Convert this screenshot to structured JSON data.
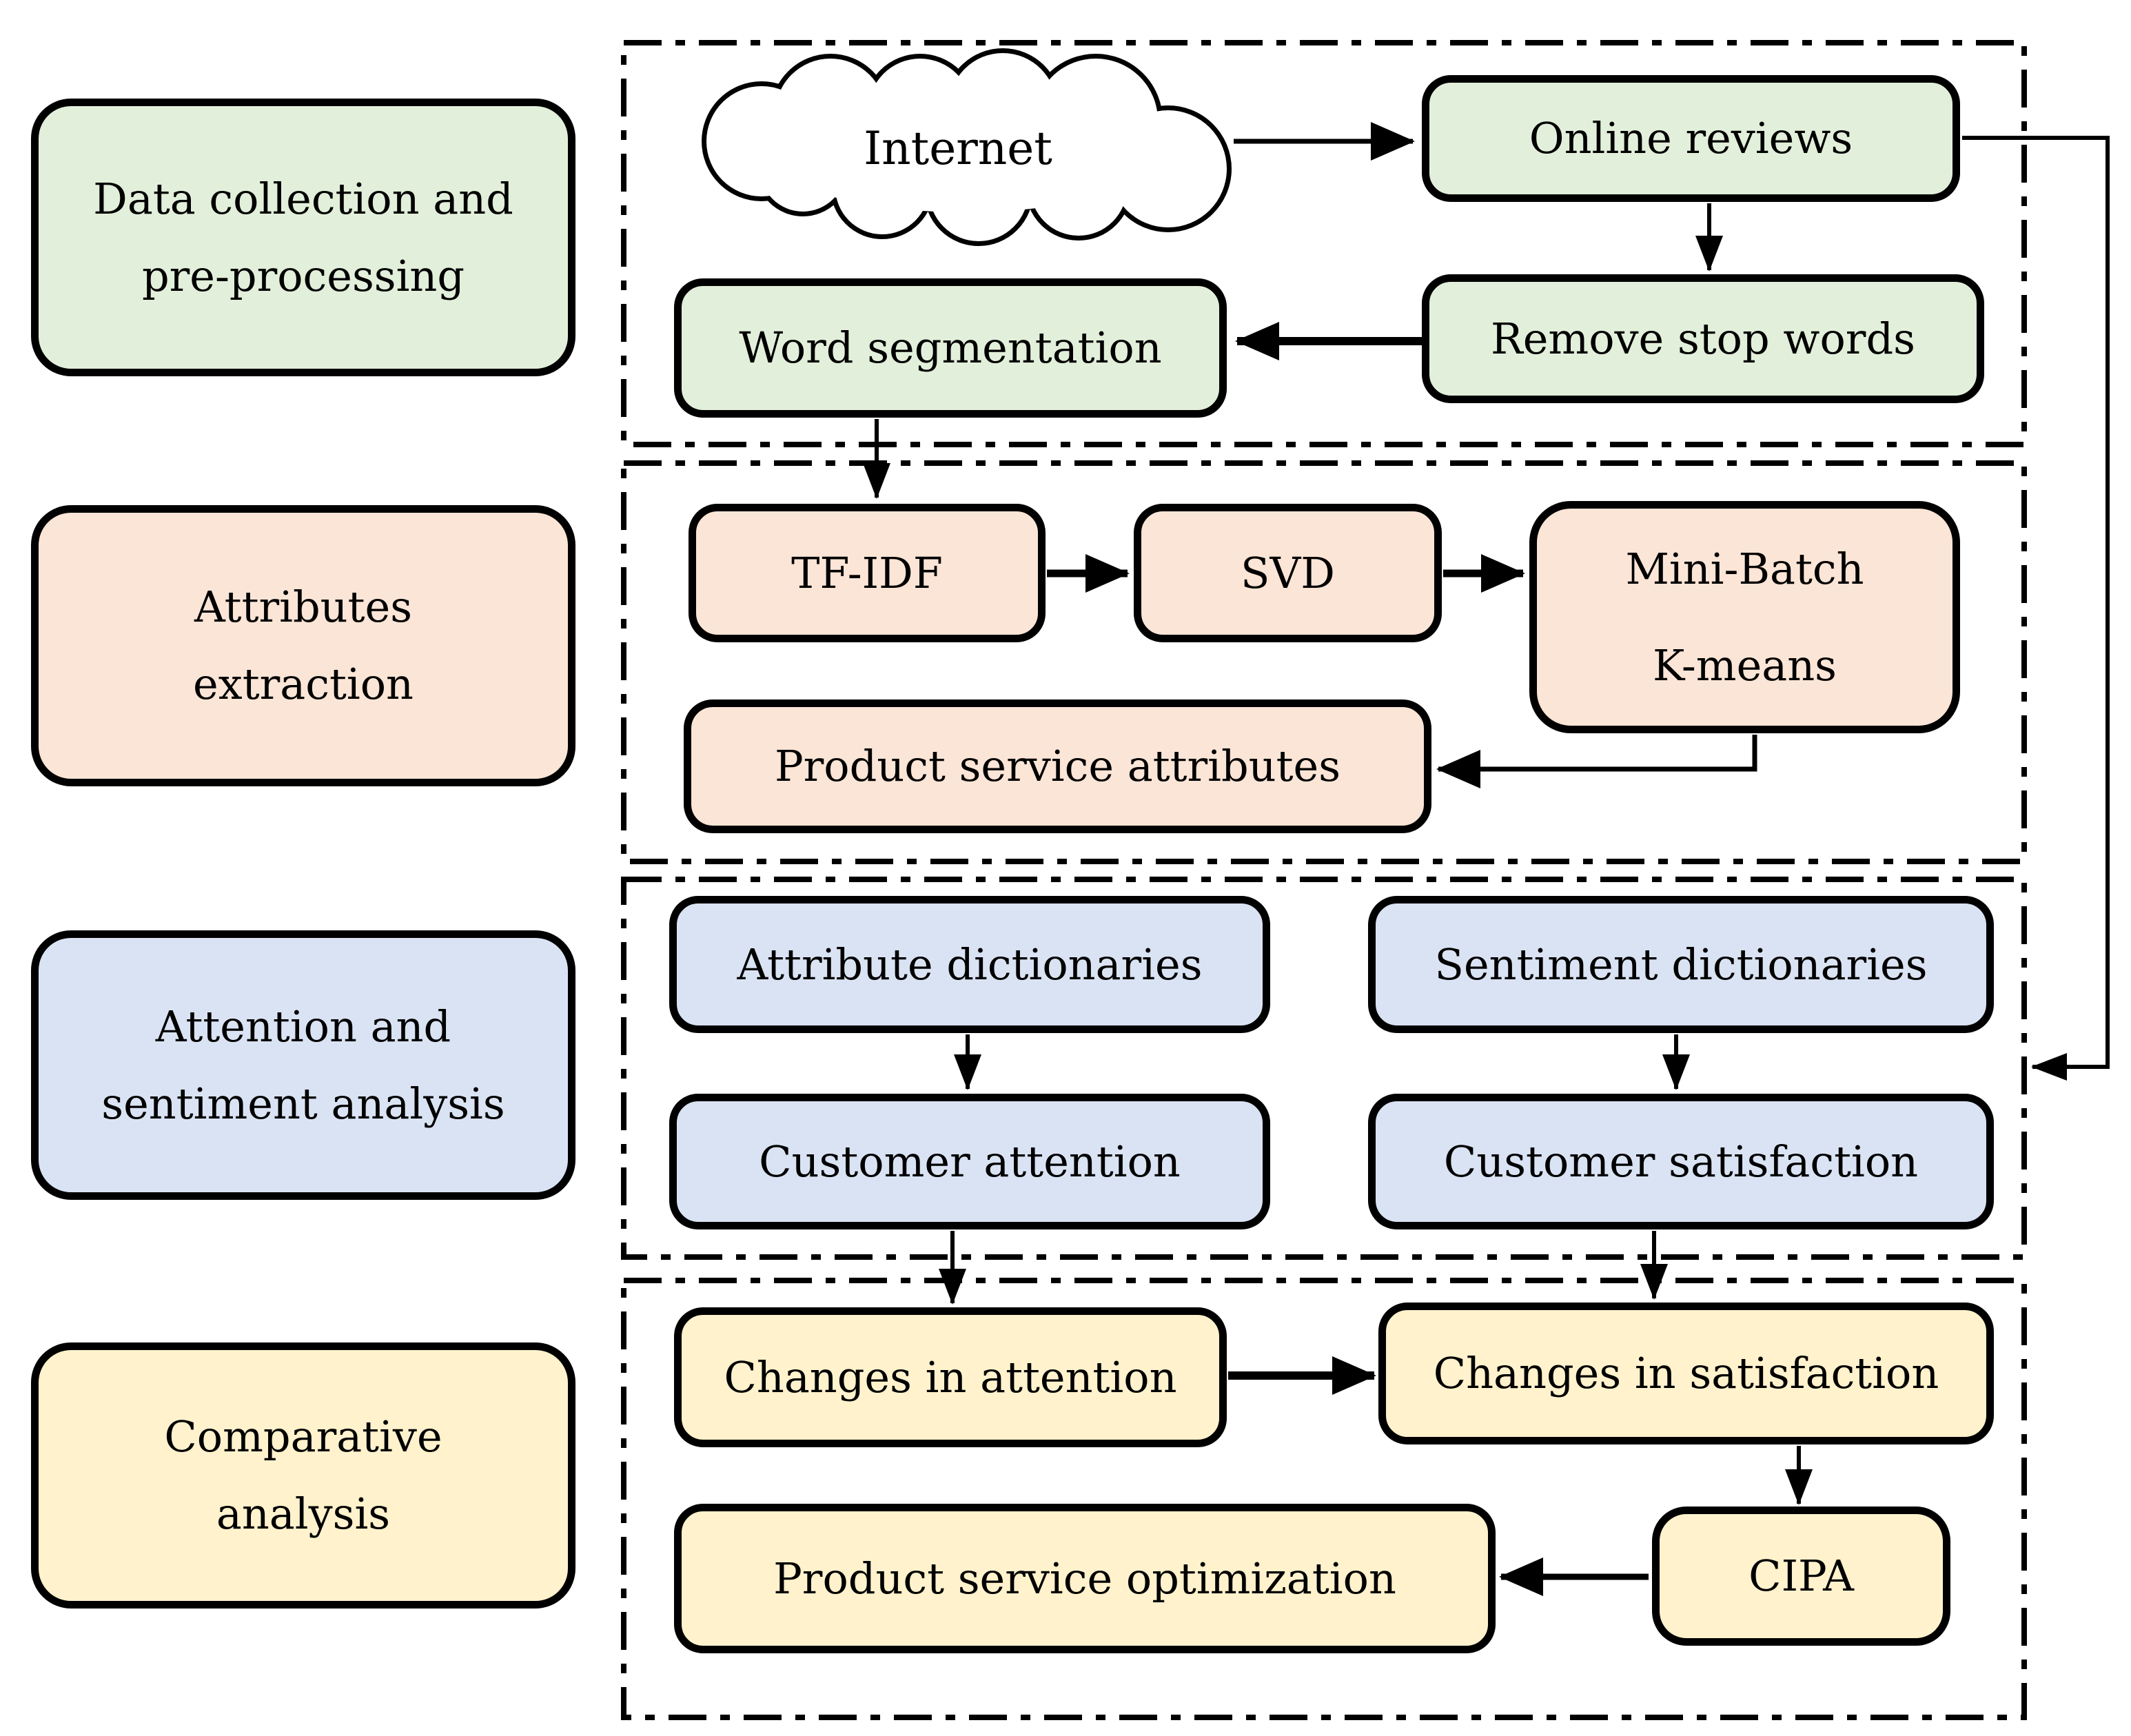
{
  "figure": {
    "type": "flowchart",
    "description": "Research framework flow diagram with four stages"
  },
  "colors": {
    "stage1_fill": "#e2efda",
    "stage2_fill": "#fbe5d6",
    "stage3_fill": "#dae3f3",
    "stage4_fill": "#fff2cc",
    "outline": "#000000",
    "background": "#ffffff"
  },
  "stages": [
    {
      "label_lines": [
        "Data collection and",
        "pre-processing"
      ]
    },
    {
      "label_lines": [
        "Attributes",
        "extraction"
      ]
    },
    {
      "label_lines": [
        "Attention and",
        "sentiment analysis"
      ]
    },
    {
      "label_lines": [
        "Comparative",
        "analysis"
      ]
    }
  ],
  "nodes": {
    "internet": "Internet",
    "online_reviews": "Online reviews",
    "remove_stop_words": "Remove stop words",
    "word_segmentation": "Word segmentation",
    "tf_idf": "TF-IDF",
    "svd": "SVD",
    "mini_batch_lines": [
      "Mini-Batch",
      "K-means"
    ],
    "product_service_attributes": "Product service attributes",
    "attribute_dictionaries": "Attribute dictionaries",
    "sentiment_dictionaries": "Sentiment dictionaries",
    "customer_attention": "Customer attention",
    "customer_satisfaction": "Customer satisfaction",
    "changes_in_attention": "Changes in attention",
    "changes_in_satisfaction": "Changes in satisfaction",
    "product_service_optimization": "Product service optimization",
    "cipa": "CIPA"
  }
}
